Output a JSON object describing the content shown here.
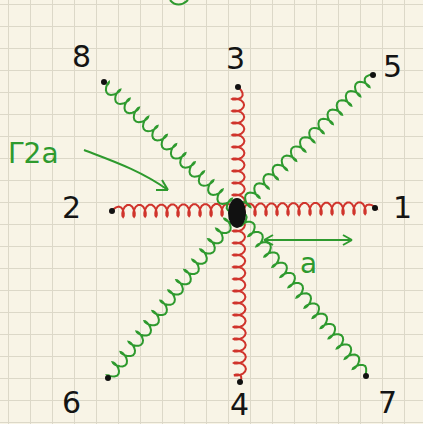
{
  "diagram": {
    "labels": [
      "8",
      "3",
      "5",
      "2",
      "1",
      "6",
      "4",
      "7",
      "Γ2a",
      "a"
    ]
  }
}
